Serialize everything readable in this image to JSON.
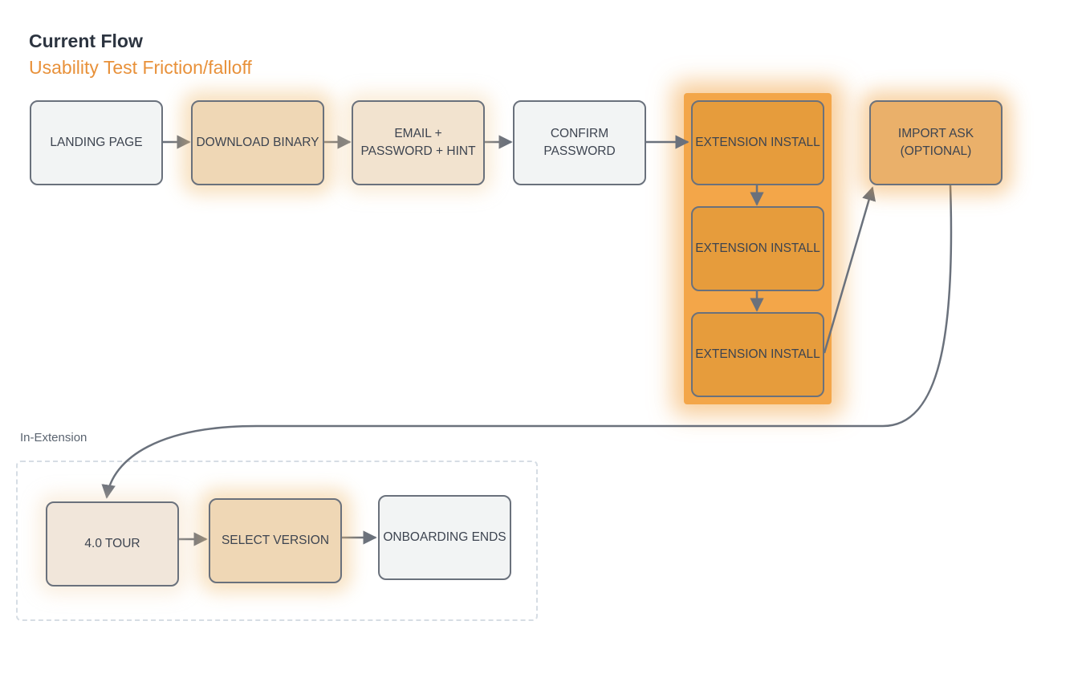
{
  "header": {
    "title": "Current Flow",
    "subtitle": "Usability Test Friction/falloff"
  },
  "colors": {
    "accent": "#e8913a",
    "node_border": "#6a717c",
    "high_friction": "#e69c3c",
    "medium_friction": "#efd7b5",
    "low_friction": "#f2e3cf",
    "neutral": "#f2f4f4"
  },
  "top_flow": {
    "landing_page": "LANDING PAGE",
    "download_binary": "DOWNLOAD BINARY",
    "email_password_hint": "EMAIL +\nPASSWORD + HINT",
    "confirm_password": "CONFIRM PASSWORD",
    "extension_install_1": "EXTENSION INSTALL",
    "extension_install_2": "EXTENSION INSTALL",
    "extension_install_3": "EXTENSION INSTALL",
    "import_ask": "IMPORT ASK\n(OPTIONAL)"
  },
  "in_extension": {
    "label": "In-Extension",
    "tour": "4.0 TOUR",
    "select_version": "SELECT VERSION",
    "onboarding_ends": "ONBOARDING ENDS"
  }
}
